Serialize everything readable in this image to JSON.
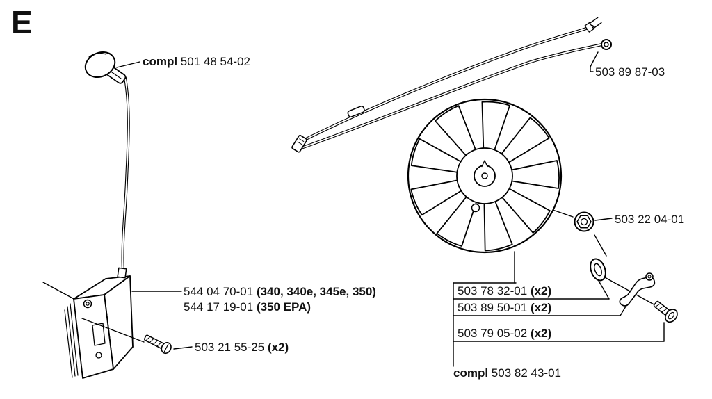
{
  "page": {
    "background": "#ffffff",
    "line_color": "#000000"
  },
  "section": {
    "letter": "E"
  },
  "labels": {
    "boot": {
      "bold_prefix": "compl",
      "number": "501 48 54-02"
    },
    "ignition_leads": {
      "number": "503 89 87-03"
    },
    "module_line1": {
      "number": "544 04 70-01",
      "bold_suffix": "(340, 340e, 345e, 350)"
    },
    "module_line2": {
      "number": "544 17 19-01",
      "bold_suffix": "(350 EPA)"
    },
    "module_screw": {
      "number": "503 21 55-25",
      "bold_suffix": "(x2)"
    },
    "nut": {
      "number": "503 22 04-01"
    },
    "washer": {
      "number": "503 78 32-01",
      "bold_suffix": "(x2)"
    },
    "pawl": {
      "number": "503 89 50-01",
      "bold_suffix": "(x2)"
    },
    "pawl_screw": {
      "number": "503 79 05-02",
      "bold_suffix": "(x2)"
    },
    "flywheel_assembly": {
      "bold_prefix": "compl",
      "number": "503 82 43-01"
    }
  }
}
